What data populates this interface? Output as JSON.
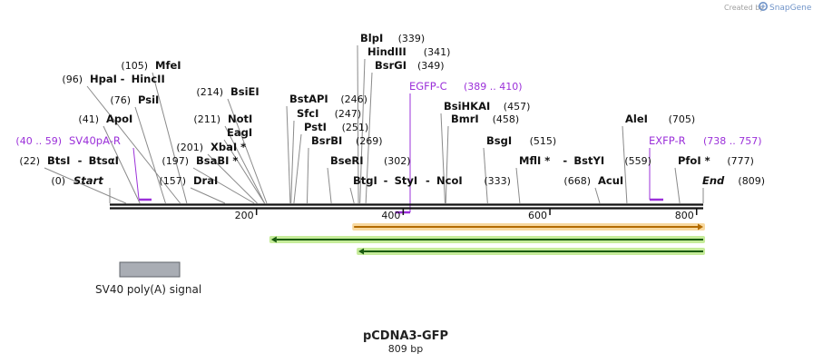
{
  "credit": {
    "prefix": "Created by",
    "brand": "SnapGene"
  },
  "map": {
    "title": "pCDNA3-GFP",
    "length_label": "809 bp",
    "length_bp": 809
  },
  "ends": [
    {
      "label": "Start",
      "pos_label": "(0)",
      "pos": 0,
      "side": "right-number"
    },
    {
      "label": "End",
      "pos_label": "(809)",
      "pos": 809,
      "side": "left-number"
    }
  ],
  "axis_ticks": [
    "200",
    "400",
    "600",
    "800"
  ],
  "sites": [
    {
      "name": "BtsI",
      "name2": "BtsαI",
      "pos_label": "(22)",
      "pos": 22
    },
    {
      "name": "ApoI",
      "pos_label": "(41)",
      "pos": 41
    },
    {
      "name": "PsiI",
      "pos_label": "(76)",
      "pos": 76
    },
    {
      "name": "HpaI",
      "name2": "HincII",
      "pos_label": "(96)",
      "pos": 96
    },
    {
      "name": "MfeI",
      "pos_label": "(105)",
      "pos": 105
    },
    {
      "name": "DraI",
      "pos_label": "(157)",
      "pos": 157
    },
    {
      "name": "BsaBI *",
      "pos_label": "(197)",
      "pos": 197
    },
    {
      "name": "XbaI *",
      "pos_label": "(201)",
      "pos": 201
    },
    {
      "name": "NotI",
      "pos_label": "(211)",
      "pos": 211
    },
    {
      "name": "EagI",
      "pos_label": "",
      "pos": 211
    },
    {
      "name": "BsiEI",
      "pos_label": "(214)",
      "pos": 214
    },
    {
      "name": "BstAPI",
      "pos_label": "(246)",
      "pos": 246
    },
    {
      "name": "SfcI",
      "pos_label": "(247)",
      "pos": 247
    },
    {
      "name": "PstI",
      "pos_label": "(251)",
      "pos": 251
    },
    {
      "name": "BsrBI",
      "pos_label": "(269)",
      "pos": 269
    },
    {
      "name": "BseRI",
      "pos_label": "(302)",
      "pos": 302
    },
    {
      "name": "BtgI",
      "name2": "StyI",
      "name3": "NcoI",
      "pos_label": "(333)",
      "pos": 333
    },
    {
      "name": "BlpI",
      "pos_label": "(339)",
      "pos": 339
    },
    {
      "name": "HindIII",
      "pos_label": "(341)",
      "pos": 341
    },
    {
      "name": "BsrGI",
      "pos_label": "(349)",
      "pos": 349
    },
    {
      "name": "BsiHKAI",
      "pos_label": "(457)",
      "pos": 457
    },
    {
      "name": "BmrI",
      "pos_label": "(458)",
      "pos": 458
    },
    {
      "name": "BsgI",
      "pos_label": "(515)",
      "pos": 515
    },
    {
      "name": "MflI *",
      "name2": "BstYI",
      "pos_label": "(559)",
      "pos": 559
    },
    {
      "name": "AcuI",
      "pos_label": "(668)",
      "pos": 668
    },
    {
      "name": "AleI",
      "pos_label": "(705)",
      "pos": 705
    },
    {
      "name": "PfoI *",
      "pos_label": "(777)",
      "pos": 777
    }
  ],
  "primers": [
    {
      "name": "SV40pA-R",
      "range_label": "(40 .. 59)",
      "start": 40,
      "end": 59,
      "color": "#9b30d9"
    },
    {
      "name": "EGFP-C",
      "range_label": "(389 .. 410)",
      "start": 389,
      "end": 410,
      "color": "#9b30d9"
    },
    {
      "name": "EXFP-R",
      "range_label": "(738 .. 757)",
      "start": 738,
      "end": 757,
      "color": "#9b30d9"
    }
  ],
  "feature_arrows": [
    {
      "type": "orf",
      "start": 333,
      "end": 809,
      "direction": "forward",
      "fill": "#f5a623",
      "stroke": "#b36b00",
      "halo": "#f8d9a0"
    },
    {
      "type": "cds",
      "start": 220,
      "end": 809,
      "direction": "reverse",
      "fill": "#2e8b1f",
      "stroke": "#1a5c10",
      "halo": "#c6ec9a"
    },
    {
      "type": "cds",
      "start": 339,
      "end": 809,
      "direction": "reverse",
      "fill": "#2e8b1f",
      "stroke": "#1a5c10",
      "halo": "#c6ec9a"
    }
  ],
  "features": [
    {
      "label": "SV40 poly(A) signal",
      "start": 10,
      "end": 125,
      "color": "#a9adb4"
    }
  ]
}
